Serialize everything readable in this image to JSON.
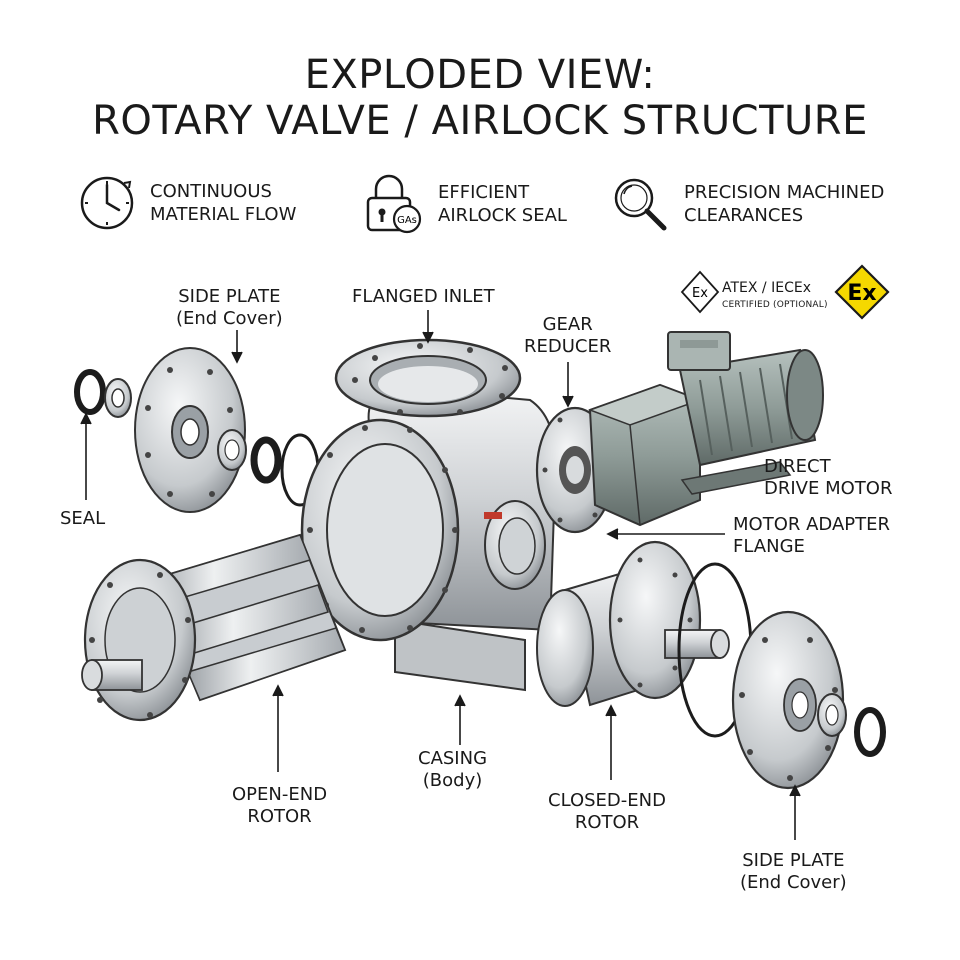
{
  "title": {
    "line1": "EXPLODED VIEW:",
    "line2": "ROTARY VALVE / AIRLOCK STRUCTURE"
  },
  "features": [
    {
      "icon": "clock-icon",
      "line1": "CONTINUOUS",
      "line2": "MATERIAL FLOW"
    },
    {
      "icon": "padlock-gas-icon",
      "line1": "EFFICIENT",
      "line2": "AIRLOCK SEAL",
      "icon_text": "GAs"
    },
    {
      "icon": "magnifier-icon",
      "line1": "PRECISION MACHINED",
      "line2": "CLEARANCES"
    }
  ],
  "certification": {
    "line1": "ATEX / IECEx",
    "line2": "CERTIFIED (OPTIONAL)",
    "mark": "Ex",
    "badge_color": "#f5d800"
  },
  "labels": {
    "side_plate_left": {
      "line1": "SIDE PLATE",
      "line2": "(End Cover)"
    },
    "flanged_inlet": {
      "line1": "FLANGED INLET"
    },
    "gear_reducer": {
      "line1": "GEAR",
      "line2": "REDUCER"
    },
    "seal": {
      "line1": "SEAL"
    },
    "direct_drive_motor": {
      "line1": "DIRECT",
      "line2": "DRIVE MOTOR"
    },
    "motor_adapter_flange": {
      "line1": "MOTOR ADAPTER",
      "line2": "FLANGE"
    },
    "casing": {
      "line1": "CASING",
      "line2": "(Body)"
    },
    "open_end_rotor": {
      "line1": "OPEN-END",
      "line2": "ROTOR"
    },
    "closed_end_rotor": {
      "line1": "CLOSED-END",
      "line2": "ROTOR"
    },
    "side_plate_right": {
      "line1": "SIDE PLATE",
      "line2": "(End Cover)"
    }
  },
  "colors": {
    "steel_light": "#e4e6e8",
    "steel_mid": "#b9bdc1",
    "steel_dark": "#7d8287",
    "motor_green": "#8f9c98",
    "gasket_black": "#1c1c1c",
    "accent_red": "#c0392b"
  }
}
